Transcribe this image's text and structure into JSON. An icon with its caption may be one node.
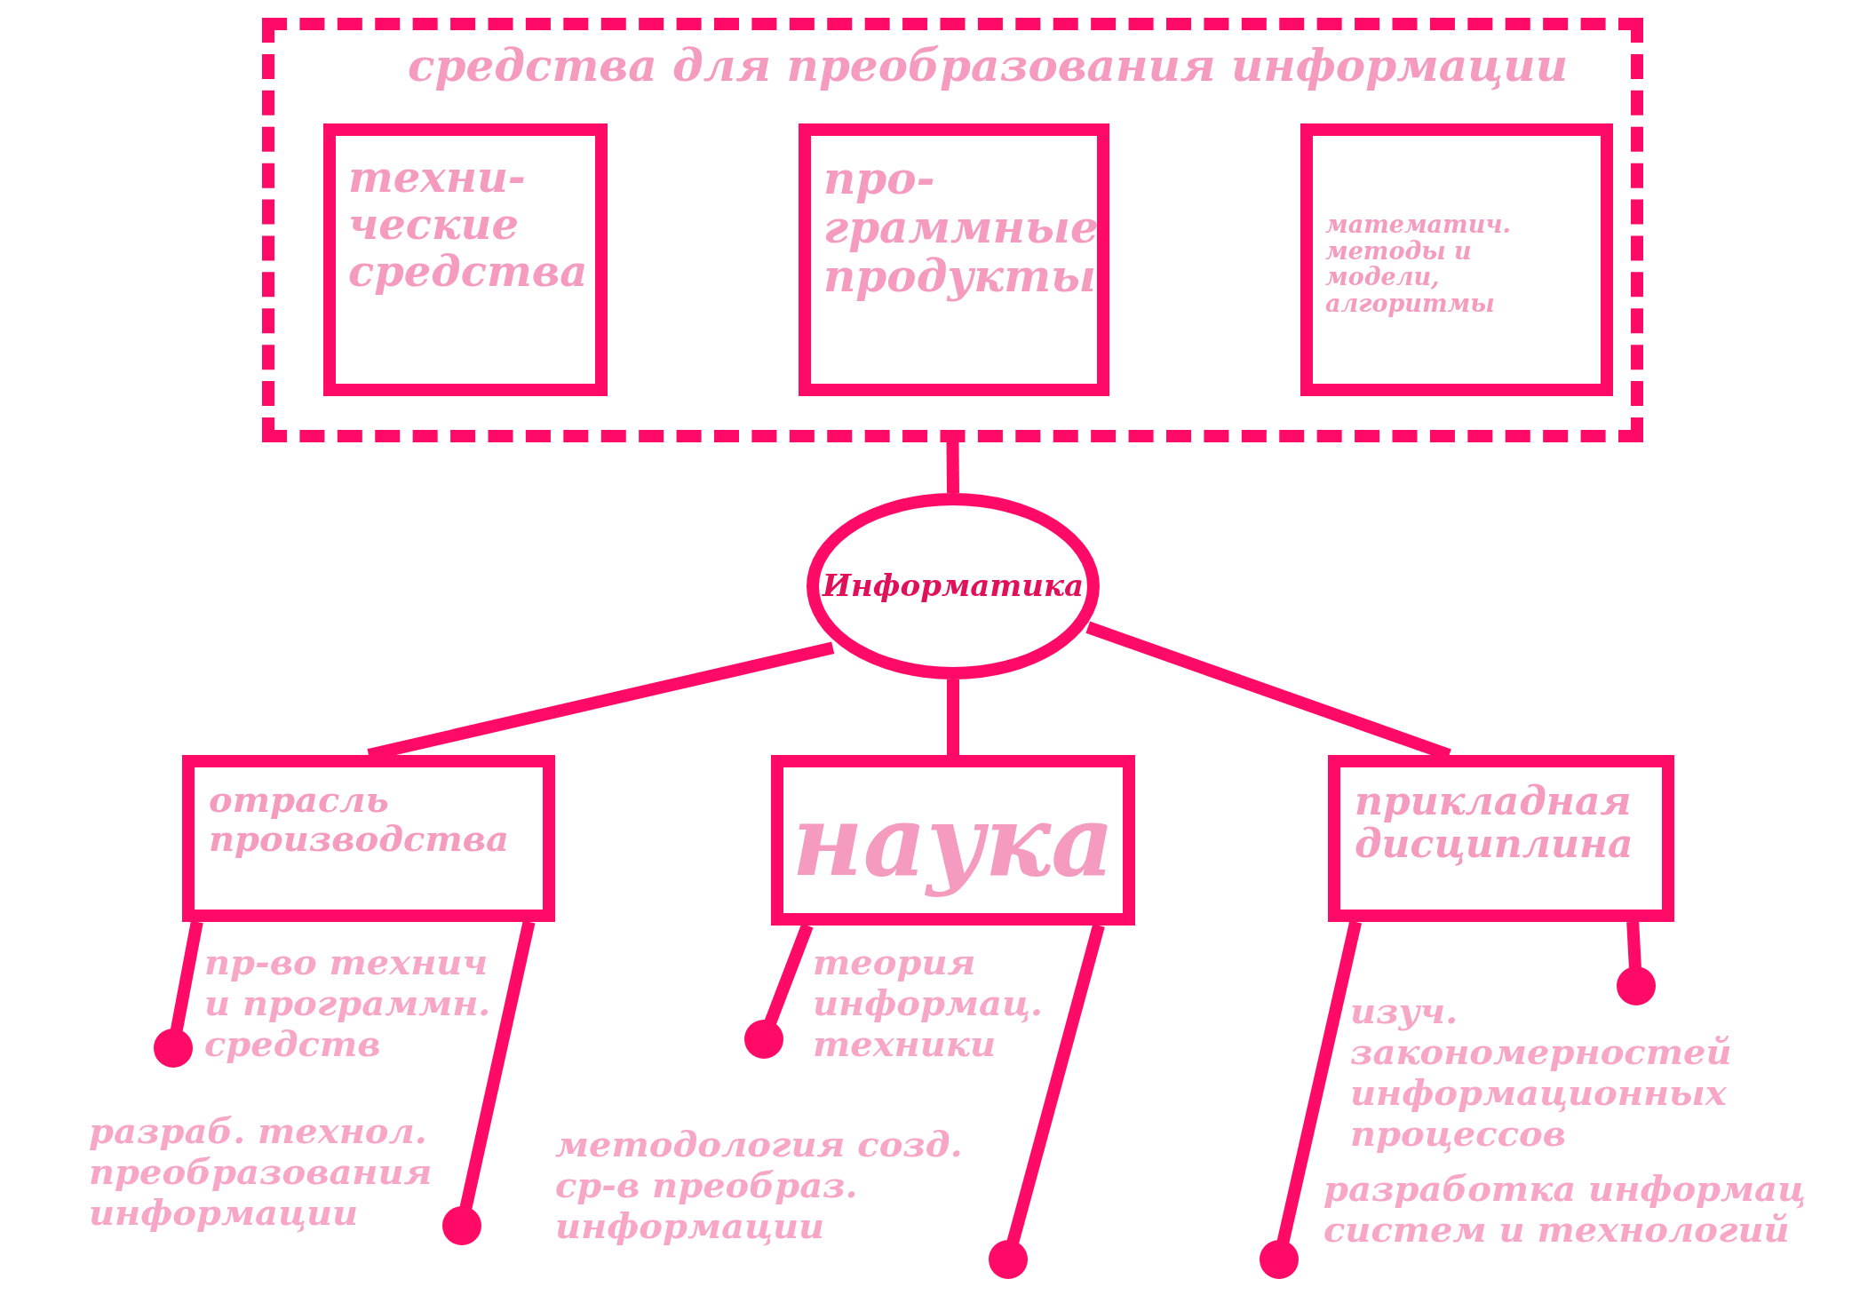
{
  "diagram": {
    "nodes": [
      {
        "text": [
          "средства для преобразования информации"
        ]
      },
      {
        "text": [
          "техни- ческие средства"
        ],
        "in": 0
      },
      {
        "text": [
          "про- граммные продукты"
        ],
        "in": 0
      },
      {
        "text": [
          "математич. методы и модели, алгоритмы"
        ],
        "in": 0
      },
      {
        "text": [
          "Информатика"
        ]
      },
      {
        "text": [
          "отрасль производства"
        ]
      },
      {
        "text": [
          "наука"
        ]
      },
      {
        "text": [
          "прикладная дисциплина"
        ]
      },
      {
        "text": [],
        "shape": "circle",
        "beside": [
          "пр-во технич и программн. средств"
        ]
      },
      {
        "text": [],
        "shape": "circle",
        "beside": [
          "разраб. технол. преобразования информации"
        ]
      },
      {
        "text": [],
        "shape": "circle",
        "beside": [
          "теория информац. техники"
        ]
      },
      {
        "text": [],
        "shape": "circle",
        "beside": [
          "методология созд. ср-в преобраз. информации"
        ]
      },
      {
        "text": [],
        "shape": "circle",
        "beside": [
          "разработка информац систем и технологий"
        ]
      },
      {
        "text": [],
        "shape": "circle",
        "beside": [
          "изуч. закономерностей информационных процессов"
        ]
      }
    ],
    "edges": [
      {
        "from": 0,
        "to": 4,
        "arrow": "none"
      },
      {
        "from": 4,
        "to": 5,
        "arrow": "none"
      },
      {
        "from": 4,
        "to": 6,
        "arrow": "none"
      },
      {
        "from": 4,
        "to": 7,
        "arrow": "none"
      },
      {
        "from": 5,
        "to": 8,
        "arrow": "none"
      },
      {
        "from": 5,
        "to": 9,
        "arrow": "none"
      },
      {
        "from": 6,
        "to": 10,
        "arrow": "none"
      },
      {
        "from": 6,
        "to": 11,
        "arrow": "none"
      },
      {
        "from": 7,
        "to": 12,
        "arrow": "none"
      },
      {
        "from": 7,
        "to": 13,
        "arrow": "none"
      }
    ]
  }
}
